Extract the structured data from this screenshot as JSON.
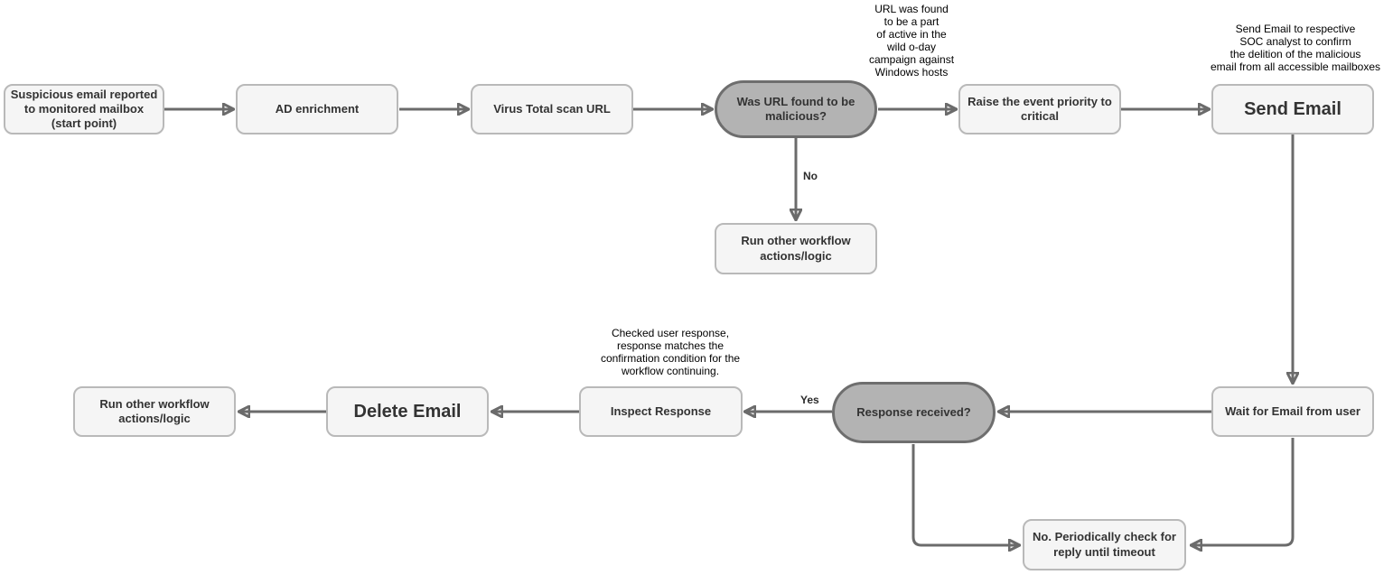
{
  "diagram": {
    "type": "flowchart",
    "colors": {
      "background": "#ffffff",
      "process_fill": "#f5f5f5",
      "process_border": "#b9b9b9",
      "decision_fill": "#b3b3b3",
      "decision_border": "#6e6e6e",
      "connector": "#6b6b6b",
      "node_text": "#333333",
      "annotation_text": "#000000"
    },
    "nodes": {
      "start": {
        "label": "Suspicious email reported to monitored mailbox (start point)",
        "shape": "process"
      },
      "ad_enrichment": {
        "label": "AD enrichment",
        "shape": "process"
      },
      "virus_total_scan": {
        "label": "Virus Total scan URL",
        "shape": "process"
      },
      "url_malicious": {
        "label": "Was URL found to be malicious?",
        "shape": "decision"
      },
      "raise_priority": {
        "label": "Raise the event priority to critical",
        "shape": "process"
      },
      "send_email": {
        "label": "Send Email",
        "shape": "process-large"
      },
      "run_other_workflow_no_branch": {
        "label": "Run other workflow actions/logic",
        "shape": "process"
      },
      "wait_for_email": {
        "label": "Wait for Email from user",
        "shape": "process"
      },
      "response_received": {
        "label": "Response received?",
        "shape": "decision"
      },
      "inspect_response": {
        "label": "Inspect Response",
        "shape": "process"
      },
      "delete_email": {
        "label": "Delete Email",
        "shape": "process-large"
      },
      "run_other_workflow_end": {
        "label": "Run other workflow actions/logic",
        "shape": "process"
      },
      "periodic_check": {
        "label": "No. Periodically check for reply until timeout",
        "shape": "process"
      }
    },
    "edge_labels": {
      "url_malicious_no": "No",
      "response_received_yes": "Yes"
    },
    "annotations": {
      "url_campaign": "URL was found\nto be a part\nof active in the\nwild o-day\ncampaign against\nWindows hosts",
      "send_email_note": "Send Email to respective\nSOC analyst to confirm\nthe delition of the malicious\nemail from all accessible mailboxes",
      "inspect_response_note": "Checked user response,\nresponse matches the\nconfirmation condition for the\nworkflow continuing."
    },
    "edges": [
      {
        "from": "start",
        "to": "ad_enrichment",
        "label": ""
      },
      {
        "from": "ad_enrichment",
        "to": "virus_total_scan",
        "label": ""
      },
      {
        "from": "virus_total_scan",
        "to": "url_malicious",
        "label": ""
      },
      {
        "from": "url_malicious",
        "to": "raise_priority",
        "label": ""
      },
      {
        "from": "raise_priority",
        "to": "send_email",
        "label": ""
      },
      {
        "from": "url_malicious",
        "to": "run_other_workflow_no_branch",
        "label": "No"
      },
      {
        "from": "send_email",
        "to": "wait_for_email",
        "label": ""
      },
      {
        "from": "wait_for_email",
        "to": "response_received",
        "label": ""
      },
      {
        "from": "response_received",
        "to": "inspect_response",
        "label": "Yes"
      },
      {
        "from": "inspect_response",
        "to": "delete_email",
        "label": ""
      },
      {
        "from": "delete_email",
        "to": "run_other_workflow_end",
        "label": ""
      },
      {
        "from": "response_received",
        "to": "periodic_check",
        "label": ""
      },
      {
        "from": "wait_for_email",
        "to": "periodic_check",
        "label": ""
      }
    ]
  }
}
